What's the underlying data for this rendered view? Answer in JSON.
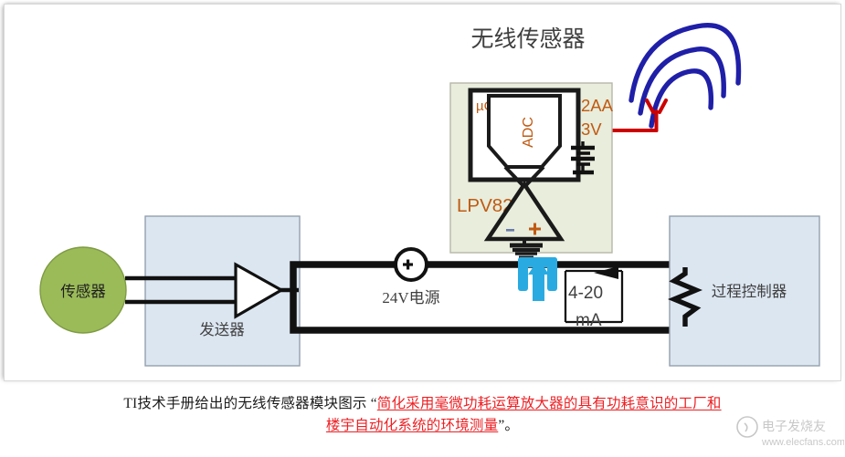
{
  "figure": {
    "title": "无线传感器",
    "module_label": "LPV821",
    "mcu_label": "µC",
    "adc_label": "ADC",
    "battery_label_1": "2AA",
    "battery_label_2": "3V",
    "sensor_label": "传感器",
    "transmitter_label": "发送器",
    "supply_label": "24V电源",
    "current_label_1": "4-20",
    "current_label_2": "mA",
    "controller_label": "过程控制器",
    "icons": {
      "radio_waves": "radio-waves-icon",
      "antenna": "antenna-icon",
      "amplifier": "amplifier-triangle-icon",
      "opamp": "opamp-triangle-icon",
      "ground": "ground-icon",
      "battery": "battery-icon",
      "resistor": "resistor-zigzag-icon",
      "current_source": "current-source-icon",
      "voltage_source": "voltage-source-icon",
      "highlight_arrow": "highlight-arrow-icon"
    },
    "colors": {
      "sensor_green": "#9BBB59",
      "box_blue": "#DCE6F1",
      "box_blue_border": "#95A0AE",
      "module_green": "#E8EDDC",
      "module_border": "#B7B7A8",
      "wave_blue": "#1F1FA8",
      "antenna_red": "#CC0000",
      "highlight_cyan": "#29ABE2",
      "label_orange": "#C05A12",
      "wire_black": "#111111",
      "text_gray": "#3F3F3F"
    }
  },
  "caption": {
    "line1_prefix": "TI技术手册给出的无线传感器模块图示 “",
    "line1_link": "简化采用毫微功耗运算放大器的具有功耗意识的工厂和",
    "line2_link": "楼宇自动化系统的环境测量",
    "line2_suffix": "”。"
  },
  "watermark": {
    "brand": "电子发烧友",
    "site": "www.elecfans.com"
  }
}
